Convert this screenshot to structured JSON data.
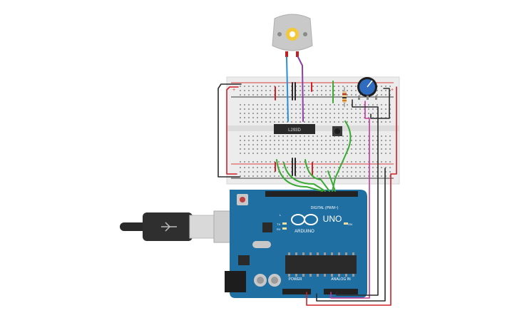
{
  "canvas": {
    "background": "#ffffff"
  },
  "components": {
    "motor": {
      "name": "DC Motor",
      "icon": "motor-icon"
    },
    "breadboard": {
      "name": "Breadboard",
      "rail_plus": "+",
      "rail_minus": "-"
    },
    "driver_ic": {
      "label": "L293D"
    },
    "potentiometer": {
      "icon": "potentiometer-icon"
    },
    "push_button": {
      "icon": "push-button-icon"
    },
    "resistor": {
      "icon": "resistor-icon"
    },
    "arduino": {
      "brand": "ARDUINO",
      "model": "UNO",
      "digital_header": "DIGITAL (PWM~)",
      "power_header": "POWER",
      "analog_header": "ANALOG IN",
      "tx_label": "TX",
      "rx_label": "RX",
      "l_label": "L",
      "on_label": "ON"
    },
    "usb_cable": {
      "icon": "usb-plug-icon"
    }
  },
  "colors": {
    "arduino_board": "#1f6fa3",
    "breadboard": "#ececec",
    "wire_red": "#d0202a",
    "wire_black": "#2b2b2b",
    "wire_green": "#3aaa35",
    "wire_blue": "#2a8fd4",
    "wire_purple": "#8e3fa8",
    "wire_magenta": "#c4399b"
  }
}
